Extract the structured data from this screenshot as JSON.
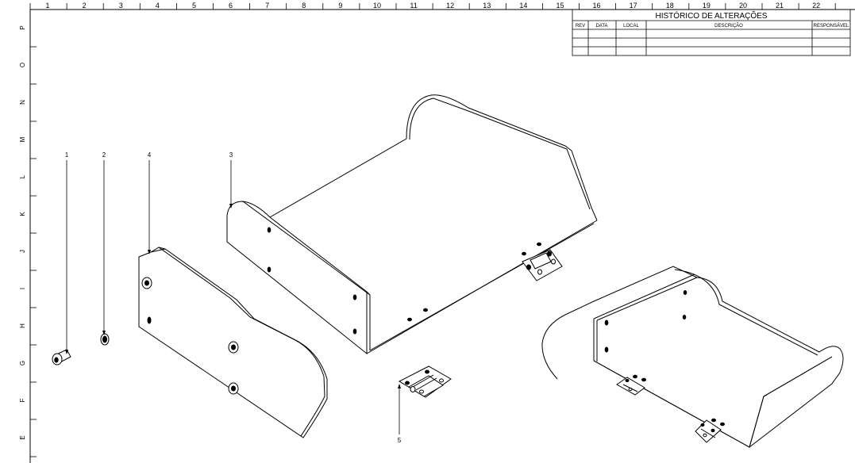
{
  "sheet": {
    "column_labels": [
      "1",
      "2",
      "3",
      "4",
      "5",
      "6",
      "7",
      "8",
      "9",
      "10",
      "11",
      "12",
      "13",
      "14",
      "15",
      "16",
      "17",
      "18",
      "19",
      "20",
      "21",
      "22"
    ],
    "row_labels": [
      "P",
      "O",
      "N",
      "M",
      "L",
      "K",
      "J",
      "I",
      "H",
      "G",
      "F",
      "E"
    ]
  },
  "revision_table": {
    "title": "HISTÓRICO DE ALTERAÇÕES",
    "headers": [
      "REV",
      "DATA",
      "LOCAL",
      "DESCRIÇÃO",
      "RESPONSÁVEL"
    ],
    "rows": [
      [
        "",
        "",
        "",
        "",
        ""
      ],
      [
        "",
        "",
        "",
        "",
        ""
      ],
      [
        "",
        "",
        "",
        "",
        ""
      ]
    ]
  },
  "balloons": [
    "1",
    "2",
    "4",
    "3",
    "5"
  ]
}
